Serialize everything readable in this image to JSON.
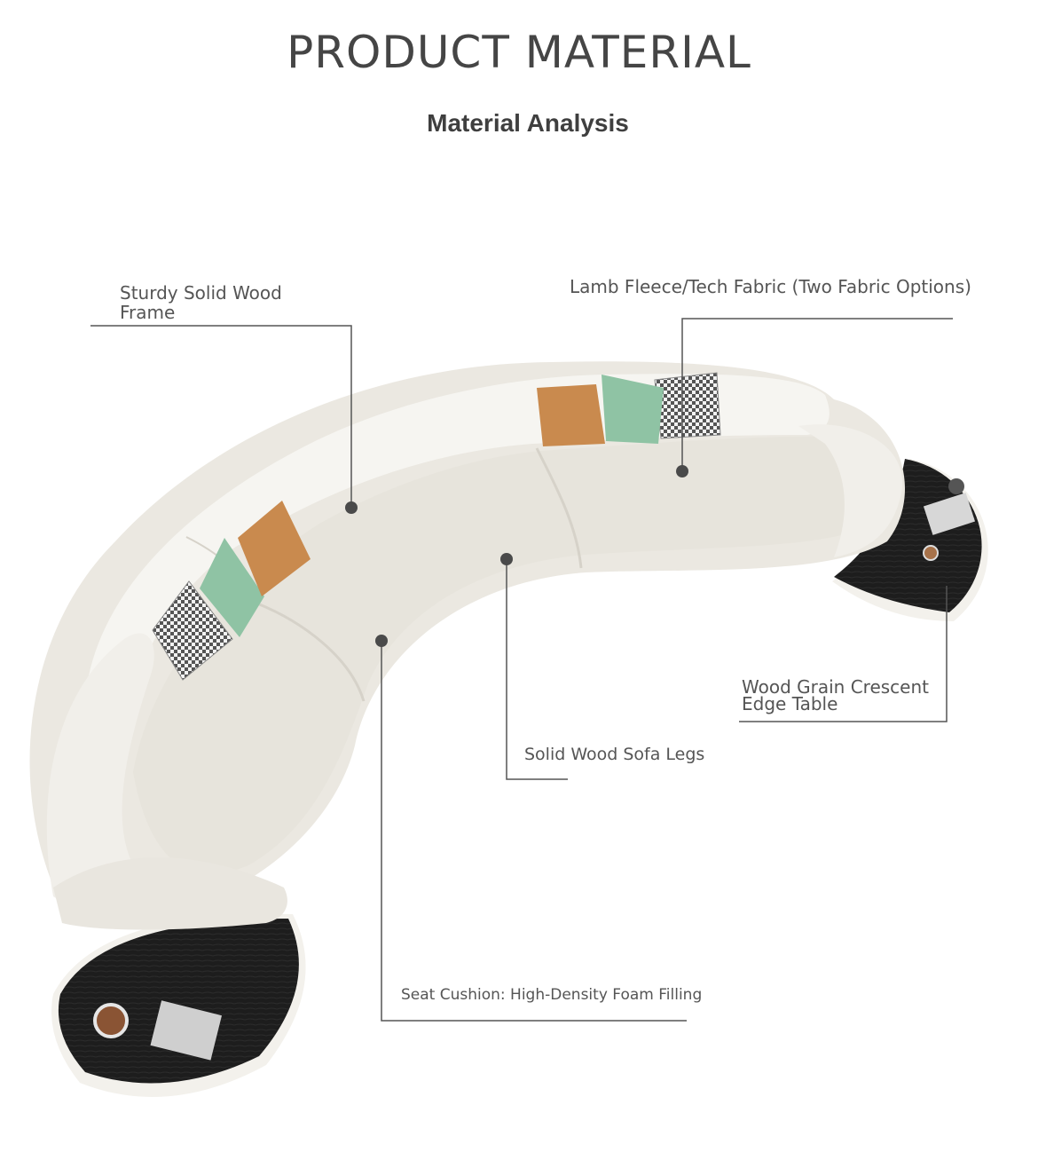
{
  "header": {
    "title": "PRODUCT MATERIAL",
    "subtitle": "Material Analysis"
  },
  "callouts": {
    "frame": "Sturdy Solid Wood Frame",
    "fabric": "Lamb Fleece/Tech Fabric (Two Fabric Options)",
    "table": "Wood Grain Crescent Edge Table",
    "legs": "Solid Wood Sofa Legs",
    "cushion": "Seat Cushion: High-Density Foam Filling"
  },
  "colors": {
    "background": "#ffffff",
    "title_text": "#454545",
    "callout_text": "#555555",
    "leader_line": "#555555",
    "sofa_fabric": "#ece9e2",
    "side_table": "#1b1b1b",
    "pillow_orange": "#c98a4e",
    "pillow_green": "#8fc3a4",
    "pillow_houndstooth": "#9a9a9a"
  }
}
